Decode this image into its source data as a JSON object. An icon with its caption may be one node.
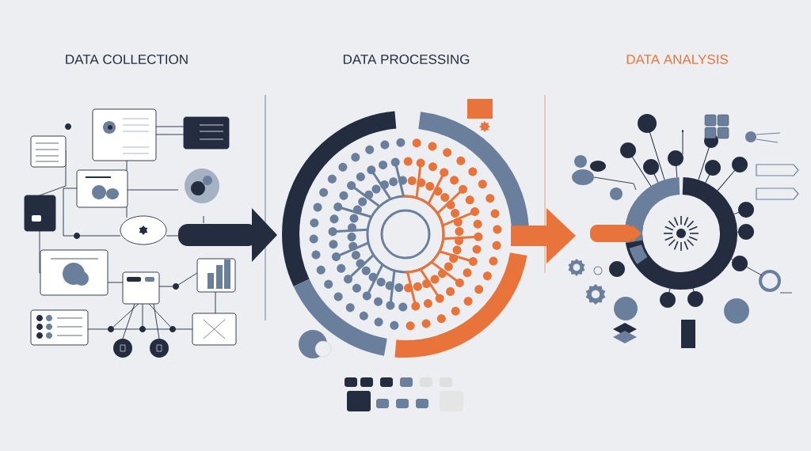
{
  "diagram": {
    "labels": [
      "DATA COLLECTION",
      "DATA PROCESSING",
      "DATA ANALYSIS"
    ]
  }
}
